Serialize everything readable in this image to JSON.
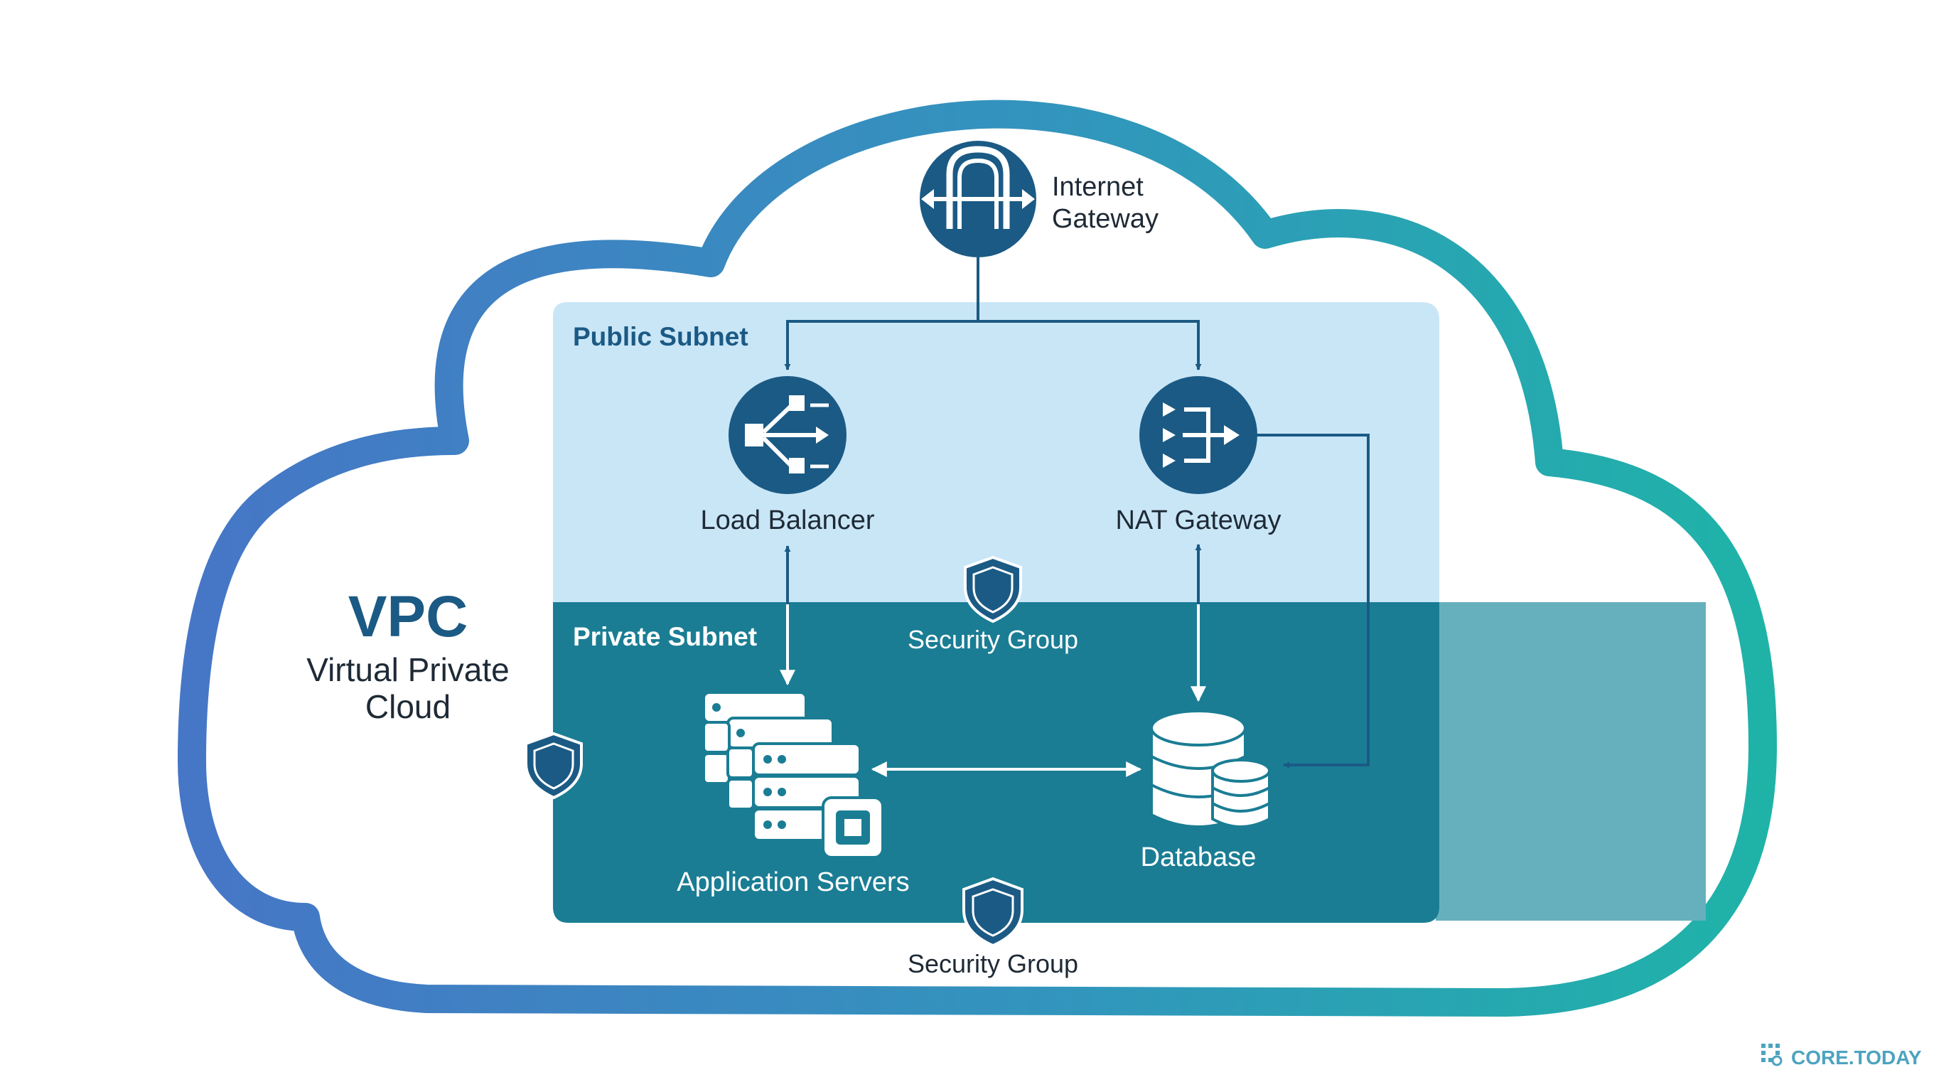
{
  "vpc": {
    "title": "VPC",
    "subtitle_line1": "Virtual Private",
    "subtitle_line2": "Cloud"
  },
  "internet_gateway": {
    "label_line1": "Internet",
    "label_line2": "Gateway"
  },
  "public_subnet": {
    "title": "Public Subnet"
  },
  "private_subnet": {
    "title": "Private Subnet"
  },
  "components": {
    "load_balancer": "Load Balancer",
    "nat_gateway": "NAT Gateway",
    "application_servers": "Application Servers",
    "database": "Database"
  },
  "security_group_inner": "Security Group",
  "security_group_outer": "Security Group",
  "watermark": "CORE.TODAY",
  "colors": {
    "navy": "#1b5a84",
    "public_subnet_fill": "#c9e6f7",
    "private_subnet_fill": "#1a7d94",
    "side_band": "#66b0bd",
    "cloud_gradient_start": "#4676c6",
    "cloud_gradient_end": "#1fb3a8"
  }
}
